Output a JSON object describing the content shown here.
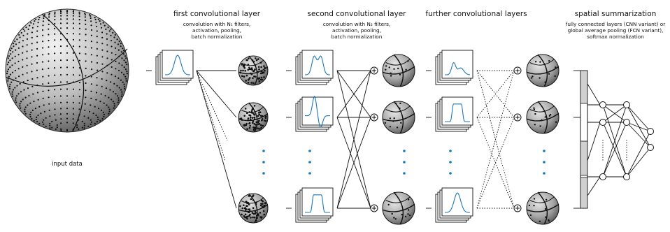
{
  "input": {
    "label": "input data"
  },
  "stages": [
    {
      "title": "first convolutional layer",
      "desc_lines": [
        "convolution with N₁ filters,",
        "activation, pooling,",
        "batch normalization"
      ]
    },
    {
      "title": "second convolutional layer",
      "desc_lines": [
        "convolution with N₂ filters,",
        "activation, pooling,",
        "batch normalization"
      ]
    },
    {
      "title": "further convolutional layers",
      "desc_lines": []
    },
    {
      "title": "spatial summarization",
      "desc_lines": [
        "fully connected layers (CNN variant) or",
        "global average pooling (FCN variant),",
        "softmax normalization"
      ]
    }
  ],
  "symbols": {
    "sum": "+"
  },
  "colors": {
    "curve": "#1f77b4",
    "ellipsis": "#1f77b4",
    "sphere": "#b0b0b0"
  }
}
